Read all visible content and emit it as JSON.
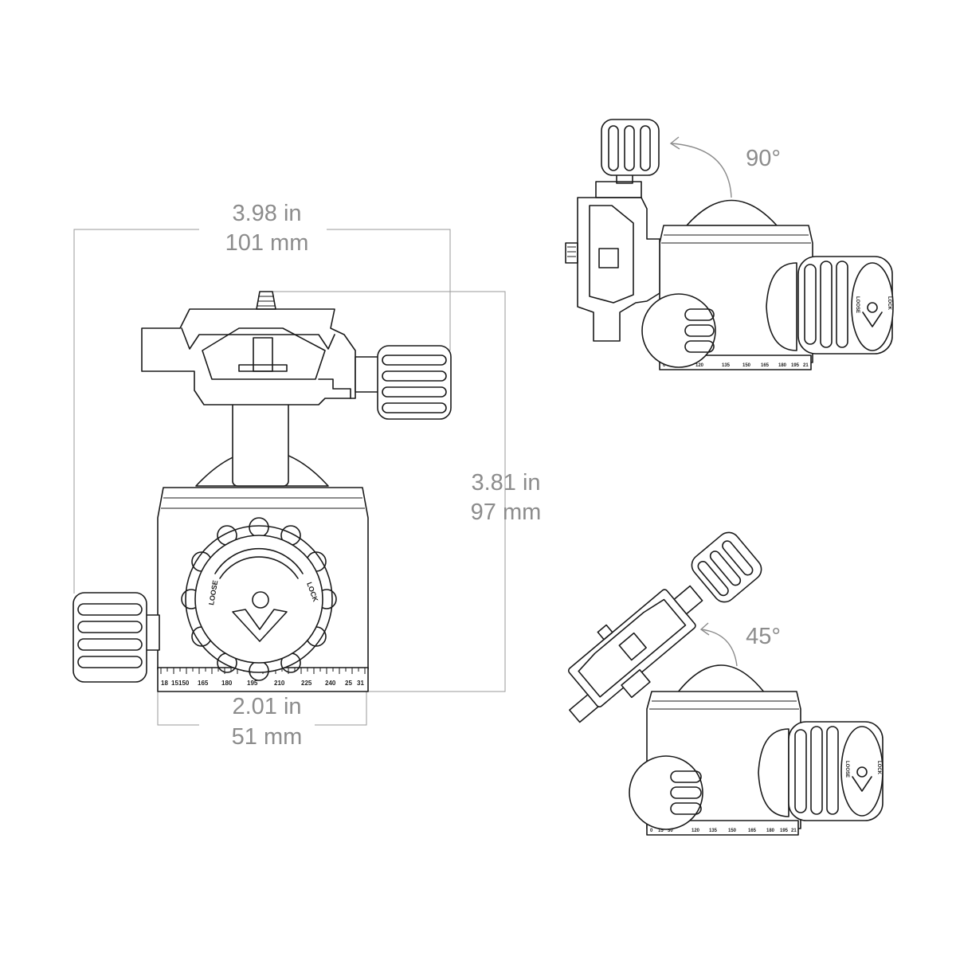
{
  "dimensions": {
    "width_in": "3.98 in",
    "width_mm": "101 mm",
    "height_in": "3.81 in",
    "height_mm": "97 mm",
    "base_in": "2.01 in",
    "base_mm": "51 mm"
  },
  "angles": {
    "tilt_90": "90°",
    "tilt_45": "45°"
  },
  "knob": {
    "loose_label": "LOOSE",
    "lock_label": "LOCK"
  },
  "scale_front": [
    "18",
    "15",
    "150",
    "165",
    "180",
    "195",
    "210",
    "225",
    "240",
    "25",
    "31"
  ],
  "scale_side": [
    "0",
    "15",
    "30",
    "120",
    "135",
    "150",
    "165",
    "180",
    "195",
    "21"
  ],
  "colors": {
    "line": "#1a1a1a",
    "dimension": "#8c8c8c"
  }
}
